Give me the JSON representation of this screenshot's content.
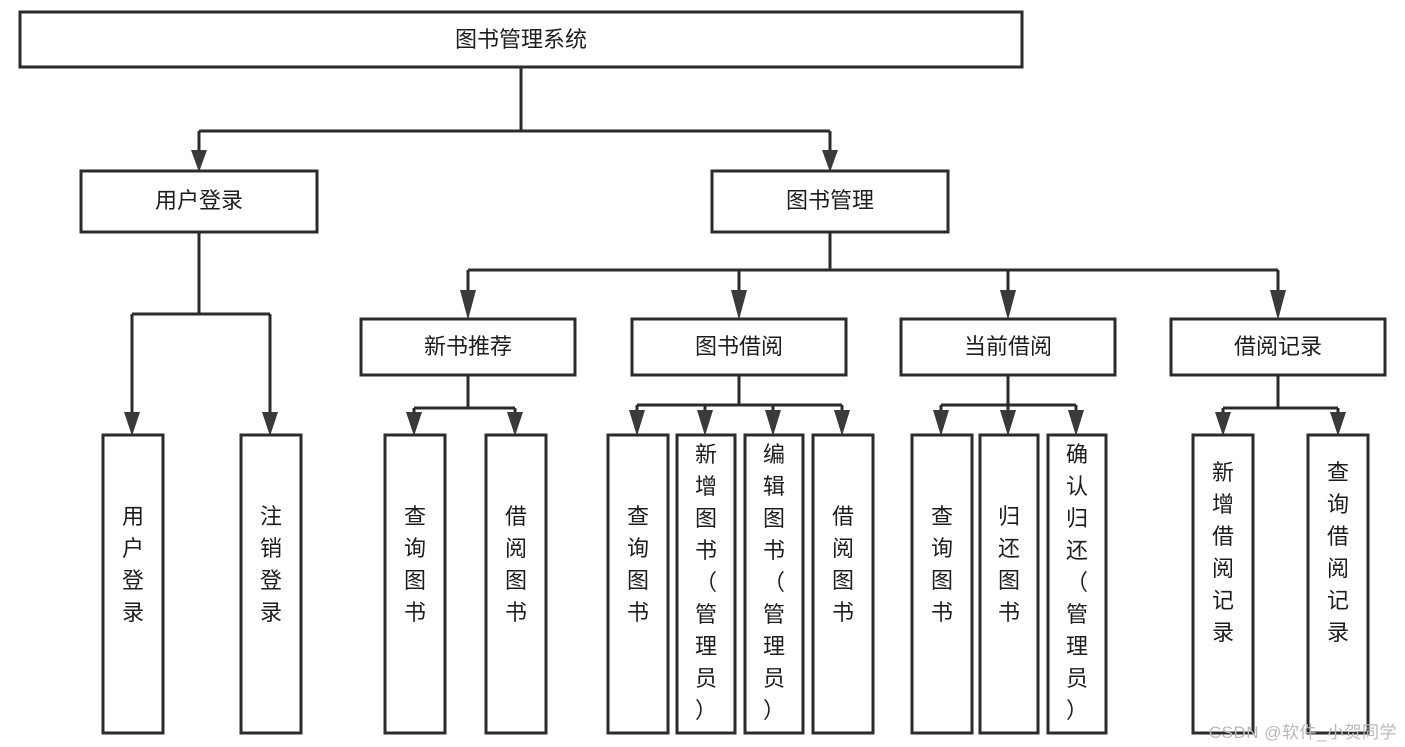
{
  "diagram": {
    "type": "tree",
    "orientation": "top-down",
    "root": {
      "id": "root",
      "label": "图书管理系统",
      "text_orientation": "horizontal"
    },
    "level2": [
      {
        "id": "user-login",
        "label": "用户登录",
        "text_orientation": "horizontal"
      },
      {
        "id": "book-manage",
        "label": "图书管理",
        "text_orientation": "horizontal"
      }
    ],
    "level3": [
      {
        "id": "new-book-rec",
        "label": "新书推荐",
        "text_orientation": "horizontal",
        "parent": "book-manage"
      },
      {
        "id": "book-borrow",
        "label": "图书借阅",
        "text_orientation": "horizontal",
        "parent": "book-manage"
      },
      {
        "id": "current-borrow",
        "label": "当前借阅",
        "text_orientation": "horizontal",
        "parent": "book-manage"
      },
      {
        "id": "borrow-record",
        "label": "借阅记录",
        "text_orientation": "horizontal",
        "parent": "book-manage"
      }
    ],
    "leaves": [
      {
        "id": "leaf-user-login",
        "label": "用户登录",
        "parent": "user-login",
        "text_orientation": "vertical"
      },
      {
        "id": "leaf-logout",
        "label": "注销登录",
        "parent": "user-login",
        "text_orientation": "vertical"
      },
      {
        "id": "leaf-query-book-1",
        "label": "查询图书",
        "parent": "new-book-rec",
        "text_orientation": "vertical"
      },
      {
        "id": "leaf-borrow-book-1",
        "label": "借阅图书",
        "parent": "new-book-rec",
        "text_orientation": "vertical"
      },
      {
        "id": "leaf-query-book-2",
        "label": "查询图书",
        "parent": "book-borrow",
        "text_orientation": "vertical"
      },
      {
        "id": "leaf-add-book",
        "label": "新增图书（管理员）",
        "parent": "book-borrow",
        "text_orientation": "vertical"
      },
      {
        "id": "leaf-edit-book",
        "label": "编辑图书（管理员）",
        "parent": "book-borrow",
        "text_orientation": "vertical"
      },
      {
        "id": "leaf-borrow-book-2",
        "label": "借阅图书",
        "parent": "book-borrow",
        "text_orientation": "vertical"
      },
      {
        "id": "leaf-query-book-3",
        "label": "查询图书",
        "parent": "current-borrow",
        "text_orientation": "vertical"
      },
      {
        "id": "leaf-return-book",
        "label": "归还图书",
        "parent": "current-borrow",
        "text_orientation": "vertical"
      },
      {
        "id": "leaf-confirm-return",
        "label": "确认归还（管理员）",
        "parent": "current-borrow",
        "text_orientation": "vertical"
      },
      {
        "id": "leaf-add-record",
        "label": "新增借阅记录",
        "parent": "borrow-record",
        "text_orientation": "vertical"
      },
      {
        "id": "leaf-query-record",
        "label": "查询借阅记录",
        "parent": "borrow-record",
        "text_orientation": "vertical"
      }
    ],
    "colors": {
      "box_stroke": "#2b2b2b",
      "box_fill": "#ffffff",
      "line": "#2b2b2b",
      "arrow": "#3a3a3a",
      "text": "#1d1d1d",
      "watermark": "#b9b9b9",
      "background": "#ffffff"
    }
  },
  "watermark": {
    "text": "CSDN @软件_小贺同学"
  }
}
